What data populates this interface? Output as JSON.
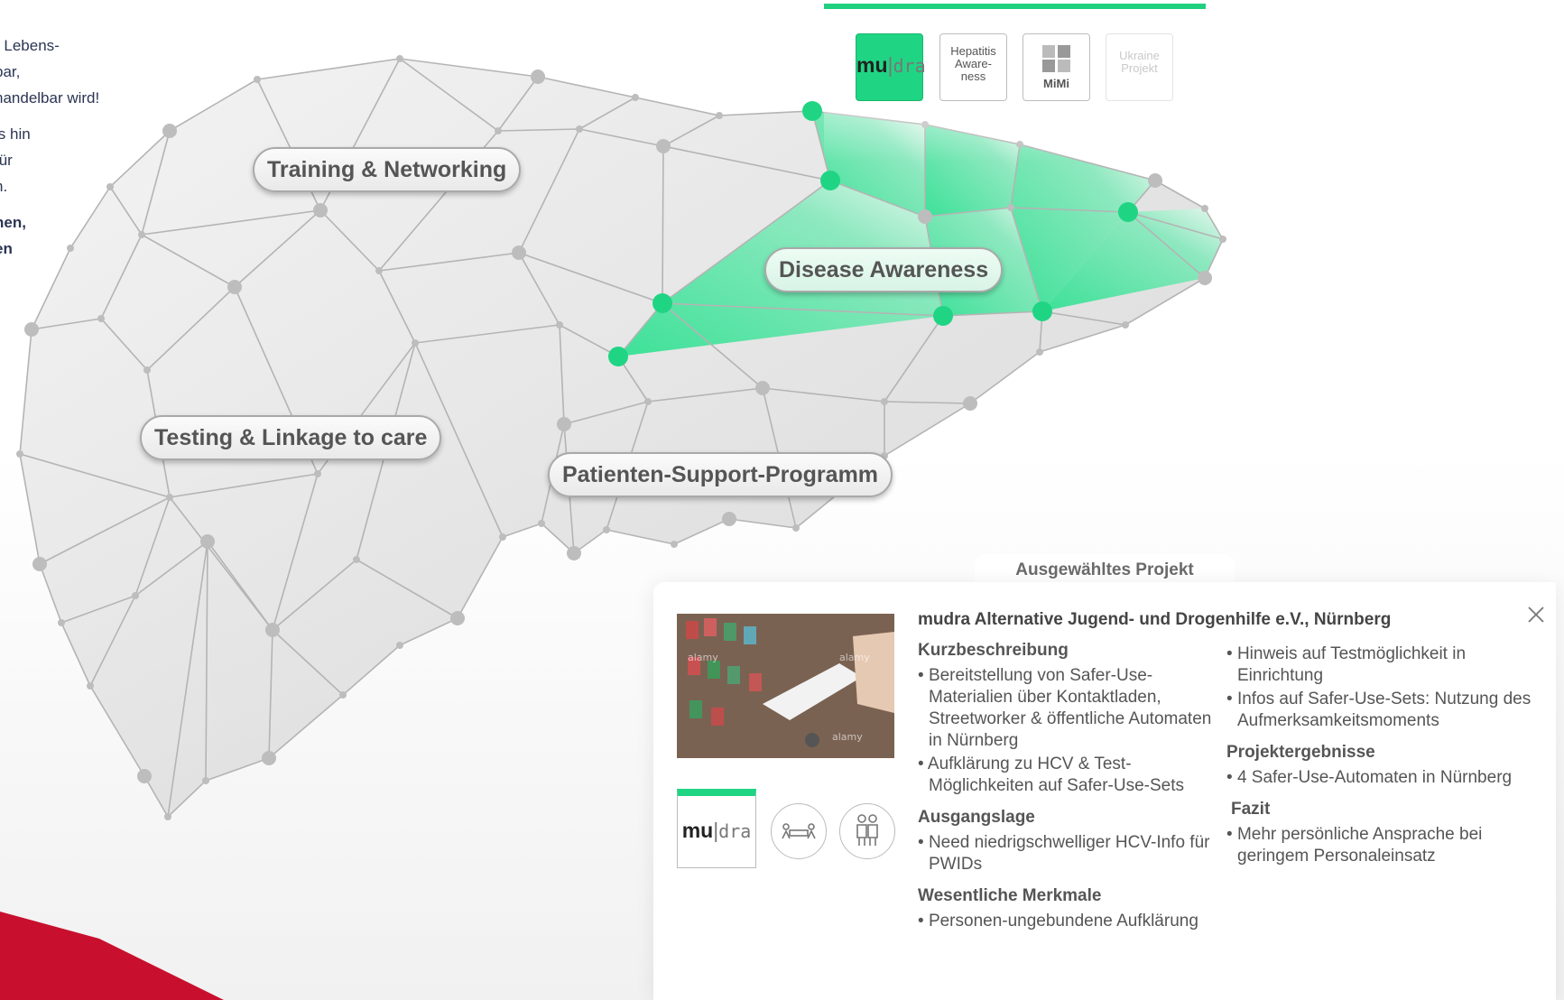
{
  "intro": {
    "line1": "r Lebens-",
    "line2": "bar,",
    "line3": "handelbar wird!",
    "line4": "is hin",
    "line5": "für",
    "line6": "n.",
    "line7": "nen,",
    "line8": "en"
  },
  "liver_segments": [
    {
      "id": "training",
      "label": "Training & Networking"
    },
    {
      "id": "awareness",
      "label": "Disease Awareness"
    },
    {
      "id": "testing",
      "label": "Testing & Linkage to care"
    },
    {
      "id": "support",
      "label": "Patienten-Support-Programm"
    }
  ],
  "project_tiles": [
    {
      "label": "mudra",
      "active": true
    },
    {
      "label": "Hepatitis Aware- ness",
      "active": false
    },
    {
      "label": "MiMi",
      "active": false
    },
    {
      "label": "Ukraine Projekt",
      "active": false
    }
  ],
  "tiles": {
    "mudra_mu": "mu",
    "mudra_bar": "|",
    "mudra_dra": "dra",
    "hep_line1": "Hepatitis",
    "hep_line2": "Aware-",
    "hep_line3": "ness",
    "mimi": "MiMi",
    "ukraine_line1": "Ukraine",
    "ukraine_line2": "Projekt"
  },
  "selected_tab_label": "Ausgewähltes Projekt",
  "project": {
    "title": "mudra Alternative Jugend- und Drogenhilfe e.V., Nürnberg",
    "sections_left": [
      {
        "heading": "Kurzbeschreibung",
        "items": [
          "Bereitstellung von Safer-Use-Materialien über Kontaktladen, Streetworker & öffentliche Automaten in Nürnberg",
          "Aufklärung zu HCV & Test-Möglichkeiten auf Safer-Use-Sets"
        ]
      },
      {
        "heading": "Ausgangslage",
        "items": [
          "Need niedrigschwelliger HCV-Info für PWIDs"
        ]
      },
      {
        "heading": "Wesentliche Merkmale",
        "items": [
          "Personen-ungebundene Aufklärung"
        ]
      }
    ],
    "sections_right_intro": [
      "Hinweis auf Testmöglichkeit in Einrichtung",
      "Infos auf Safer-Use-Sets: Nutzung des Aufmerksamkeitsmoments"
    ],
    "sections_right": [
      {
        "heading": "Projektergebnisse",
        "items": [
          "4 Safer-Use-Automaten in Nürnberg"
        ]
      },
      {
        "heading": "Fazit",
        "items": [
          "Mehr persönliche Ansprache bei geringem Personaleinsatz"
        ]
      }
    ],
    "photo_watermark": "alamy",
    "icons": [
      "meeting-icon",
      "people-icon",
      "close-icon"
    ]
  },
  "colors": {
    "accent": "#1fd584",
    "red": "#c8102e",
    "navy": "#2b3553"
  }
}
